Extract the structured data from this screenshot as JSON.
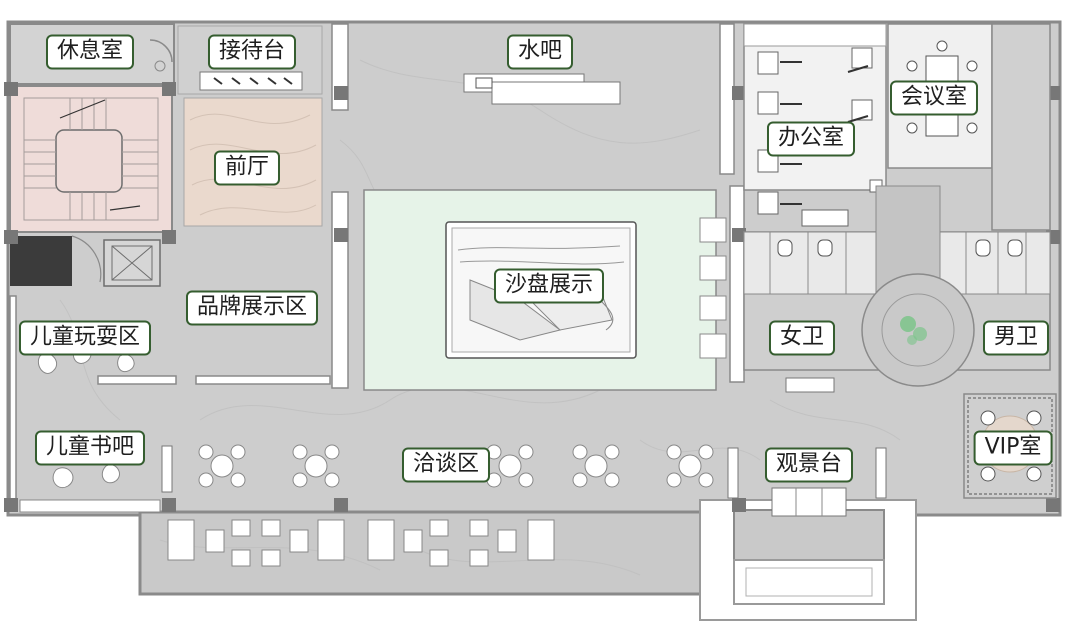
{
  "floor_plan": {
    "colors": {
      "floor": "#cdcdcd",
      "floor_dark": "#c3c3c3",
      "wall": "#8a8a8a",
      "column": "#777777",
      "stair_floor": "#efdcd9",
      "lobby_floor": "#ead9cd",
      "sand_table": "#e6f3e8",
      "label_border": "#355d2f",
      "label_bg": "#ffffff",
      "plant": "#7cc48a"
    },
    "rooms": {
      "lounge": "休息室",
      "reception": "接待台",
      "water_bar": "水吧",
      "office": "办公室",
      "meeting_room": "会议室",
      "foyer": "前厅",
      "sand_table": "沙盘展示",
      "brand_display": "品牌展示区",
      "kids_play": "儿童玩耍区",
      "womens_restroom": "女卫",
      "mens_restroom": "男卫",
      "kids_book_bar": "儿童书吧",
      "negotiation": "洽谈区",
      "viewing_deck": "观景台",
      "vip_room": "VIP室"
    }
  }
}
